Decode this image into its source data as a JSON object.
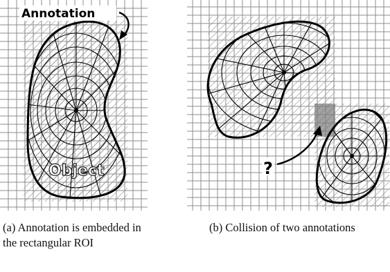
{
  "panel_a": {
    "annotation_label": "Annotation",
    "object_label": "Object",
    "caption": "(a) Annotation is embedded in the rectangular ROI"
  },
  "panel_b": {
    "collision_mark": "?",
    "caption": "(b) Collision of two annotations"
  },
  "colors": {
    "grid": "#8c8c8c",
    "hatch": "#9a9a9a",
    "outline": "#000000",
    "overlap": "#7a7a7a"
  }
}
